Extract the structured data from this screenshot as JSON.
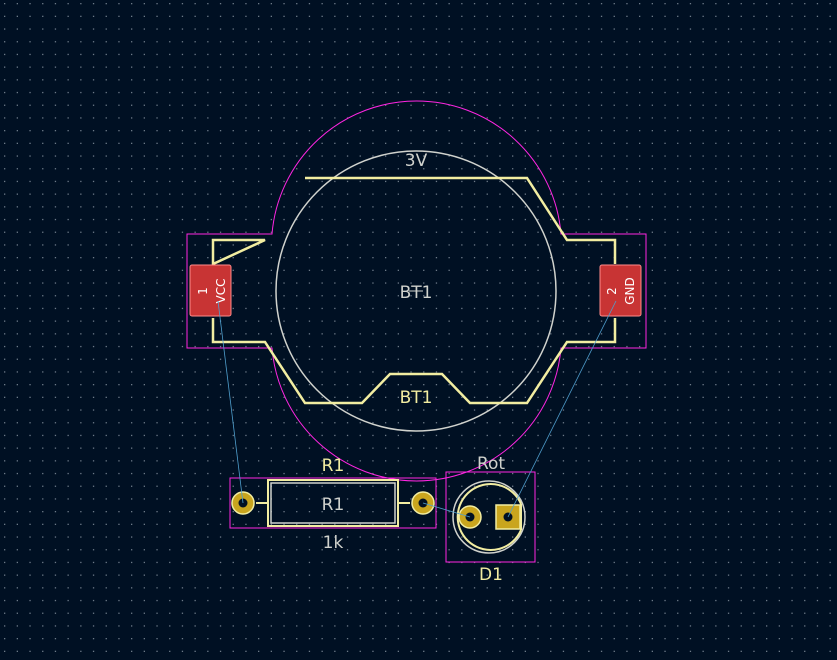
{
  "colors": {
    "background": "#001023",
    "grid_dot": "#6d7a88",
    "silkscreen": "#f2eda1",
    "courtyard": "#ff26e2",
    "fab": "#d0d2cd",
    "pad_copper": "#c83434",
    "through_hole_pad": "#c9a51e",
    "ratsnest": "#4f9fce"
  },
  "footprints": {
    "bt1": {
      "reference_silk": "BT1",
      "reference_fab": "BT1",
      "value": "3V",
      "pads": [
        {
          "number": "1",
          "net": "VCC"
        },
        {
          "number": "2",
          "net": "GND"
        }
      ]
    },
    "r1": {
      "reference_silk": "R1",
      "reference_fab": "R1",
      "value": "1k"
    },
    "d1": {
      "reference_silk": "D1",
      "value": "Rot"
    }
  }
}
